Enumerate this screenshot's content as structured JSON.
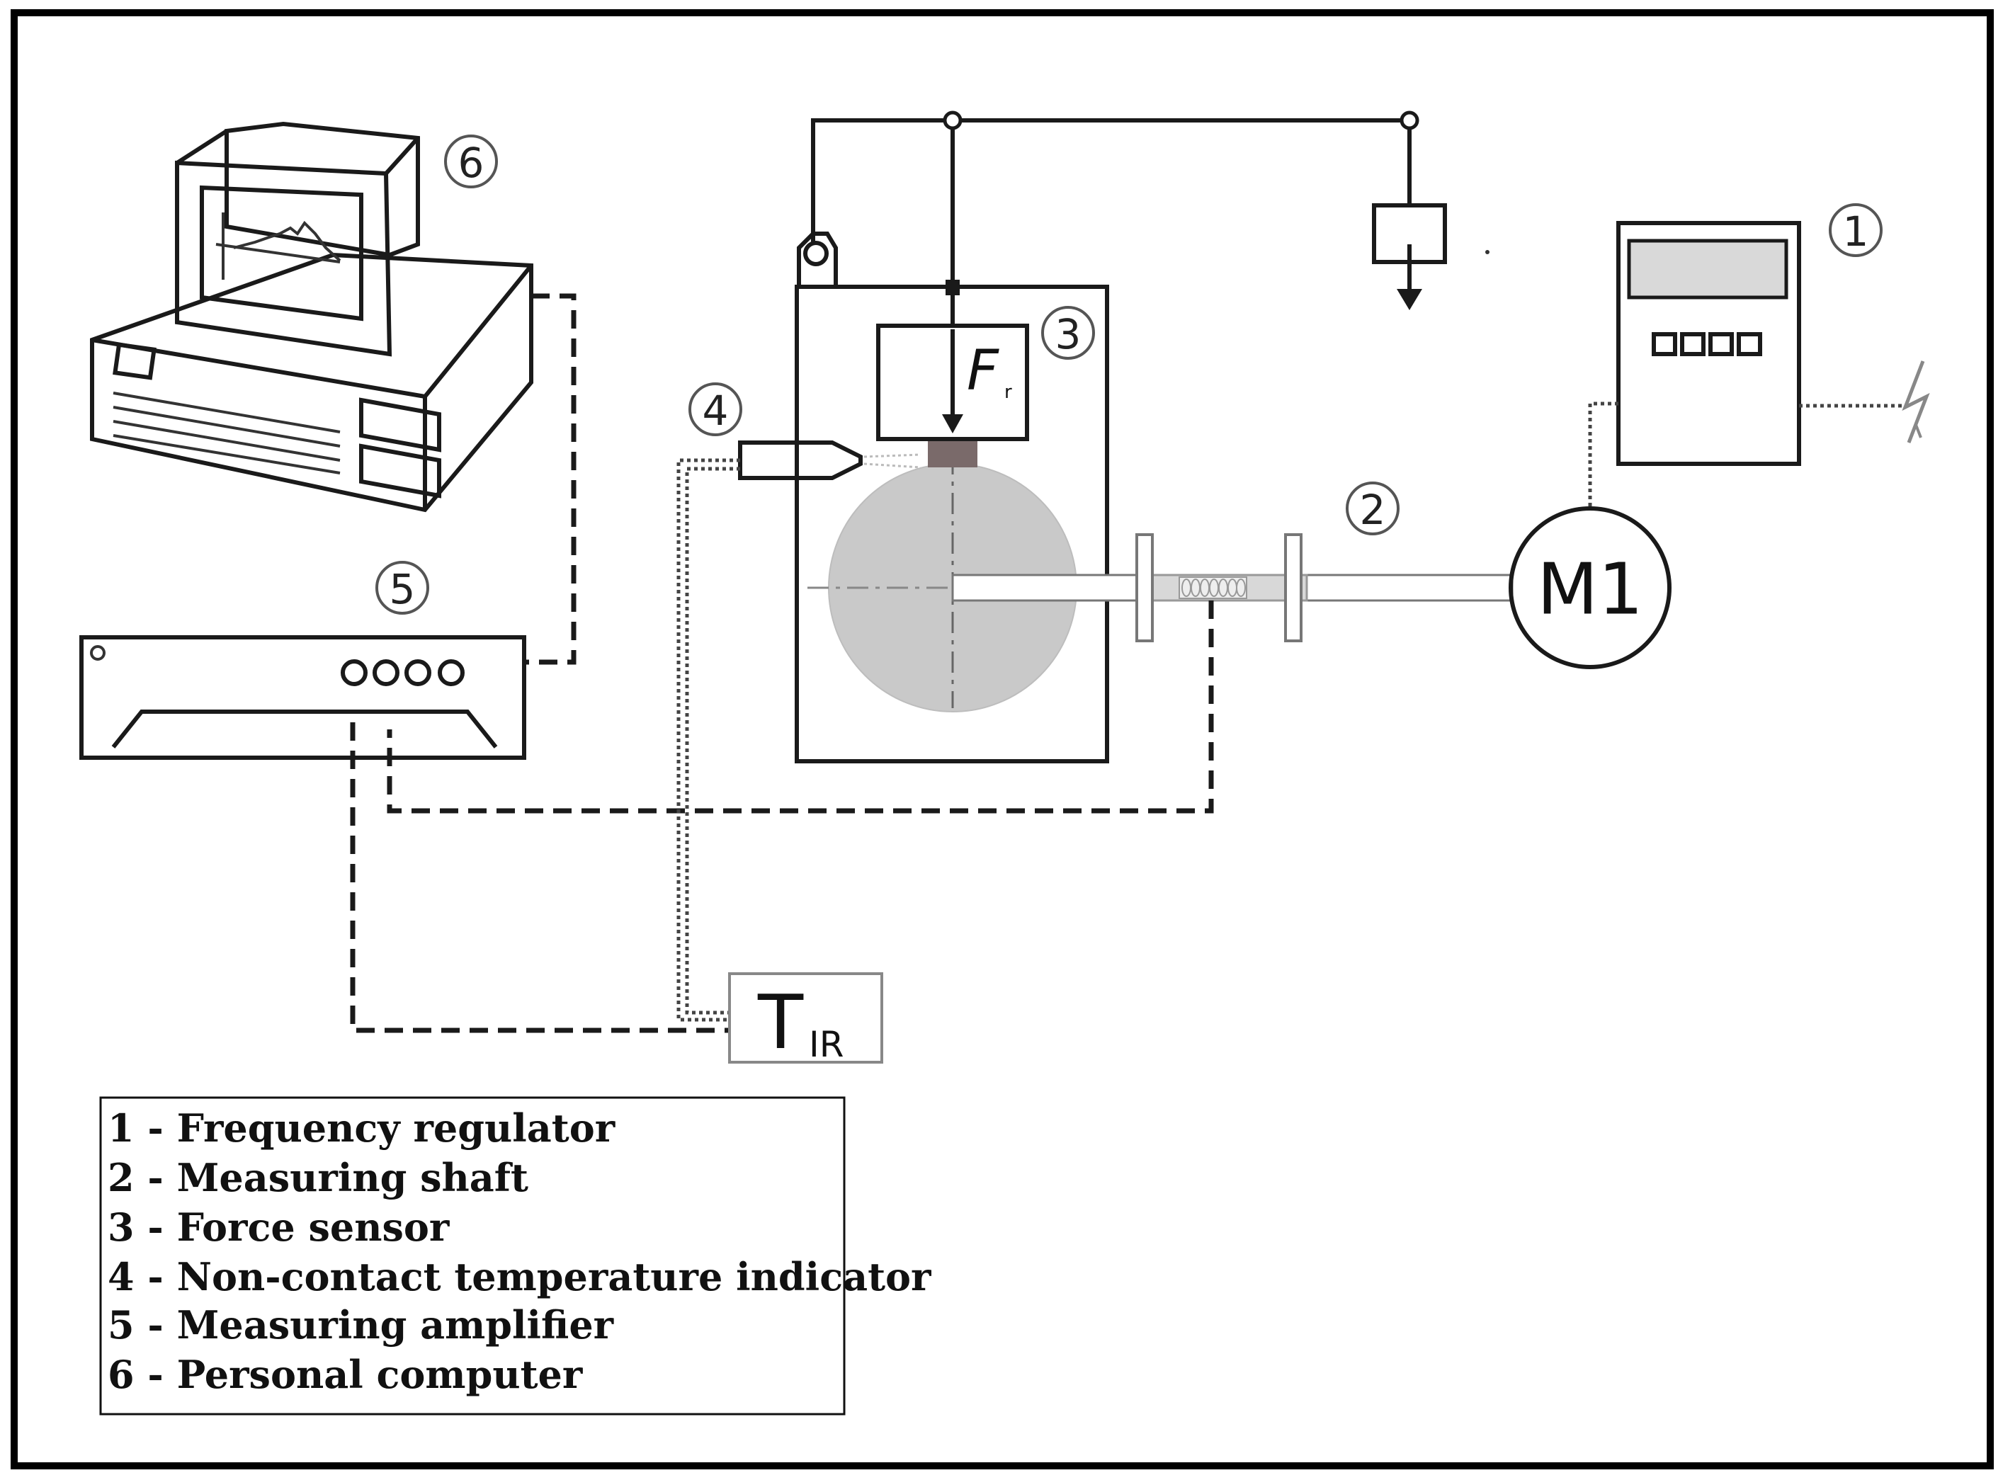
{
  "callouts": {
    "c1": "1",
    "c2": "2",
    "c3": "3",
    "c4": "4",
    "c5": "5",
    "c6": "6"
  },
  "motor_label": "M1",
  "force_symbol": "F",
  "force_subscript": "r",
  "ir_symbol": "T",
  "ir_subscript": "IR",
  "legend": [
    "1 - Frequency regulator",
    "2 - Measuring shaft",
    "3 - Force sensor",
    "4 - Non-contact temperature indicator",
    "5 - Measuring amplifier",
    "6 - Personal computer"
  ]
}
